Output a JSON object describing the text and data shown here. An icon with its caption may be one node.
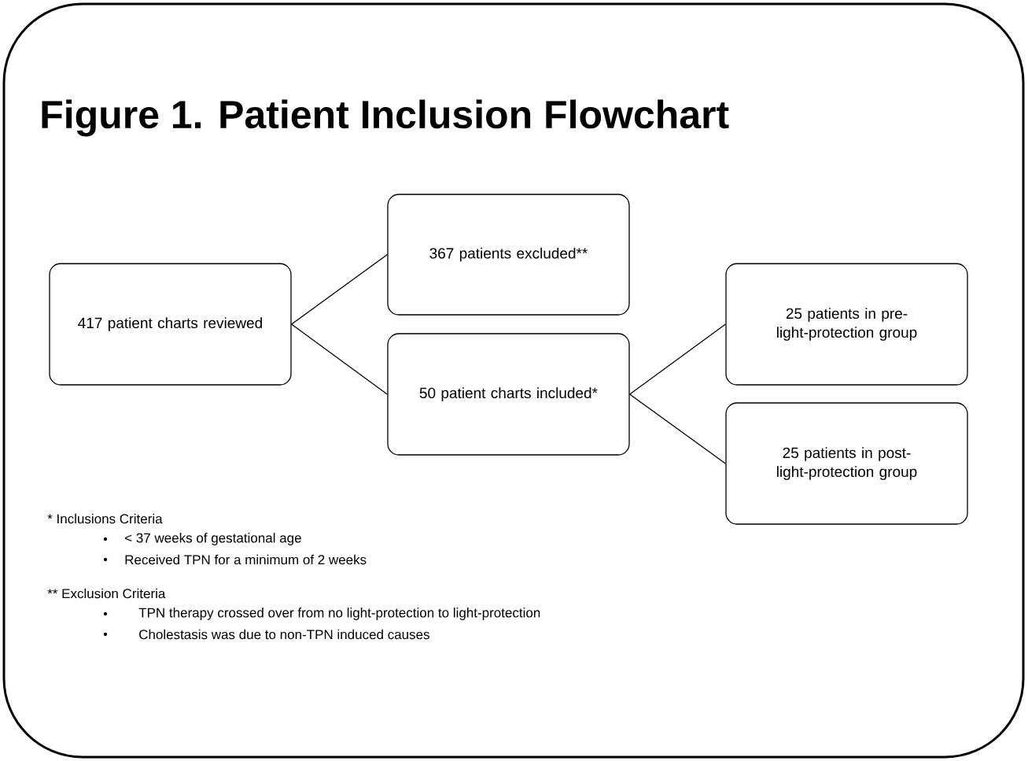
{
  "diagram": {
    "title": "Figure 1. Patient Inclusion Flowchart",
    "nodes": [
      {
        "text": [
          "417 patient charts reviewed"
        ]
      },
      {
        "text": [
          "367 patients excluded**"
        ]
      },
      {
        "text": [
          "50 patient charts included*"
        ]
      },
      {
        "text": [
          "25 patients in pre-light-protection group"
        ]
      },
      {
        "text": [
          "25 patients in post-light-protection group"
        ]
      }
    ],
    "edges": [
      {
        "from": 0,
        "to": 1,
        "arrow": "none"
      },
      {
        "from": 0,
        "to": 2,
        "arrow": "none"
      },
      {
        "from": 2,
        "to": 3,
        "arrow": "none"
      },
      {
        "from": 2,
        "to": 4,
        "arrow": "none"
      }
    ],
    "labels": [
      "* Inclusions Criteria",
      "< 37 weeks of gestational age",
      "Received TPN for a minimum of 2 weeks",
      "** Exclusion Criteria",
      "TPN therapy crossed over from no light-protection to light-protection",
      "Cholestasis was due to non-TPN induced causes"
    ]
  }
}
